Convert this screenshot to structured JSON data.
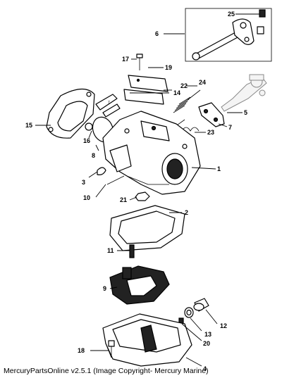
{
  "callouts": {
    "c1": "1",
    "c2": "2",
    "c3": "3",
    "c4": "4",
    "c5": "5",
    "c6": "6",
    "c7": "7",
    "c8": "8",
    "c9": "9",
    "c10": "10",
    "c11": "11",
    "c12": "12",
    "c13": "13",
    "c14": "14",
    "c15": "15",
    "c16": "16",
    "c17": "17",
    "c18": "18",
    "c19": "19",
    "c20": "20",
    "c21": "21",
    "c22": "22",
    "c23": "23",
    "c24": "24",
    "c25": "25"
  },
  "caption": "MercuryPartsOnline v2.5.1 (Image Copyright- Mercury Marine)"
}
